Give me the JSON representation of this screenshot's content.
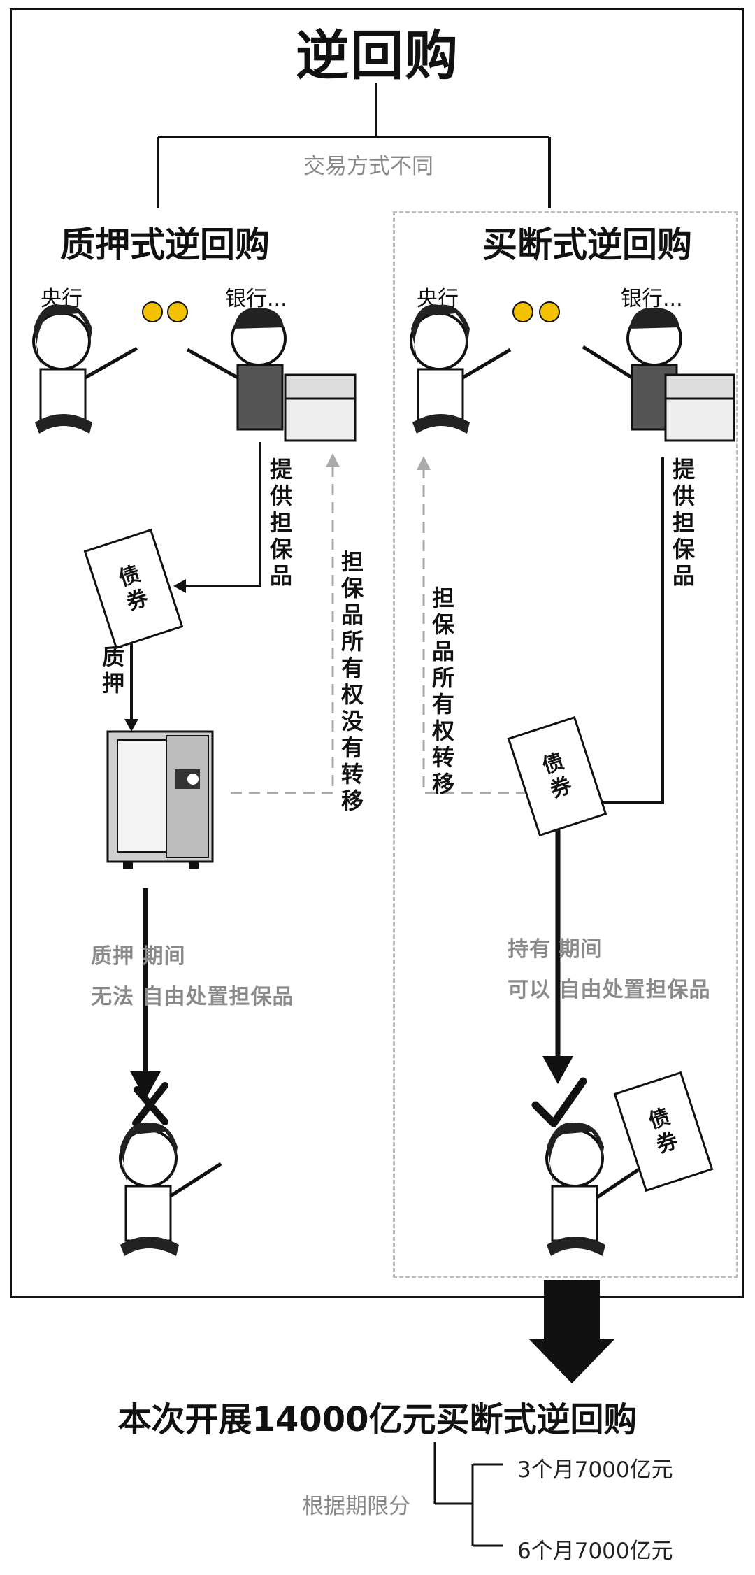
{
  "title": "逆回购",
  "subtitle": "交易方式不同",
  "left": {
    "title": "质押式逆回购",
    "central_bank": "央行",
    "bank": "银行...",
    "provide_collateral": "提供担保品",
    "bond": "债券",
    "pledge": "质押",
    "ownership_note": "担保品所有权没有转移",
    "period_line1": "质押 期间",
    "period_line2": "无法 自由处置担保品"
  },
  "right": {
    "title": "买断式逆回购",
    "central_bank": "央行",
    "bank": "银行...",
    "provide_collateral": "提供担保品",
    "bond": "债券",
    "ownership_note": "担保品所有权转移",
    "period_line1": "持有 期间",
    "period_line2": "可以 自由处置担保品",
    "bond_final": "债券"
  },
  "summary": {
    "headline": "本次开展14000亿元买断式逆回购",
    "split_label": "根据期限分",
    "item1": "3个月7000亿元",
    "item2": "6个月7000亿元"
  },
  "colors": {
    "ink": "#111111",
    "gray": "#8a8a8a",
    "dash": "#bdbdbd",
    "coin": "#f2c200"
  }
}
